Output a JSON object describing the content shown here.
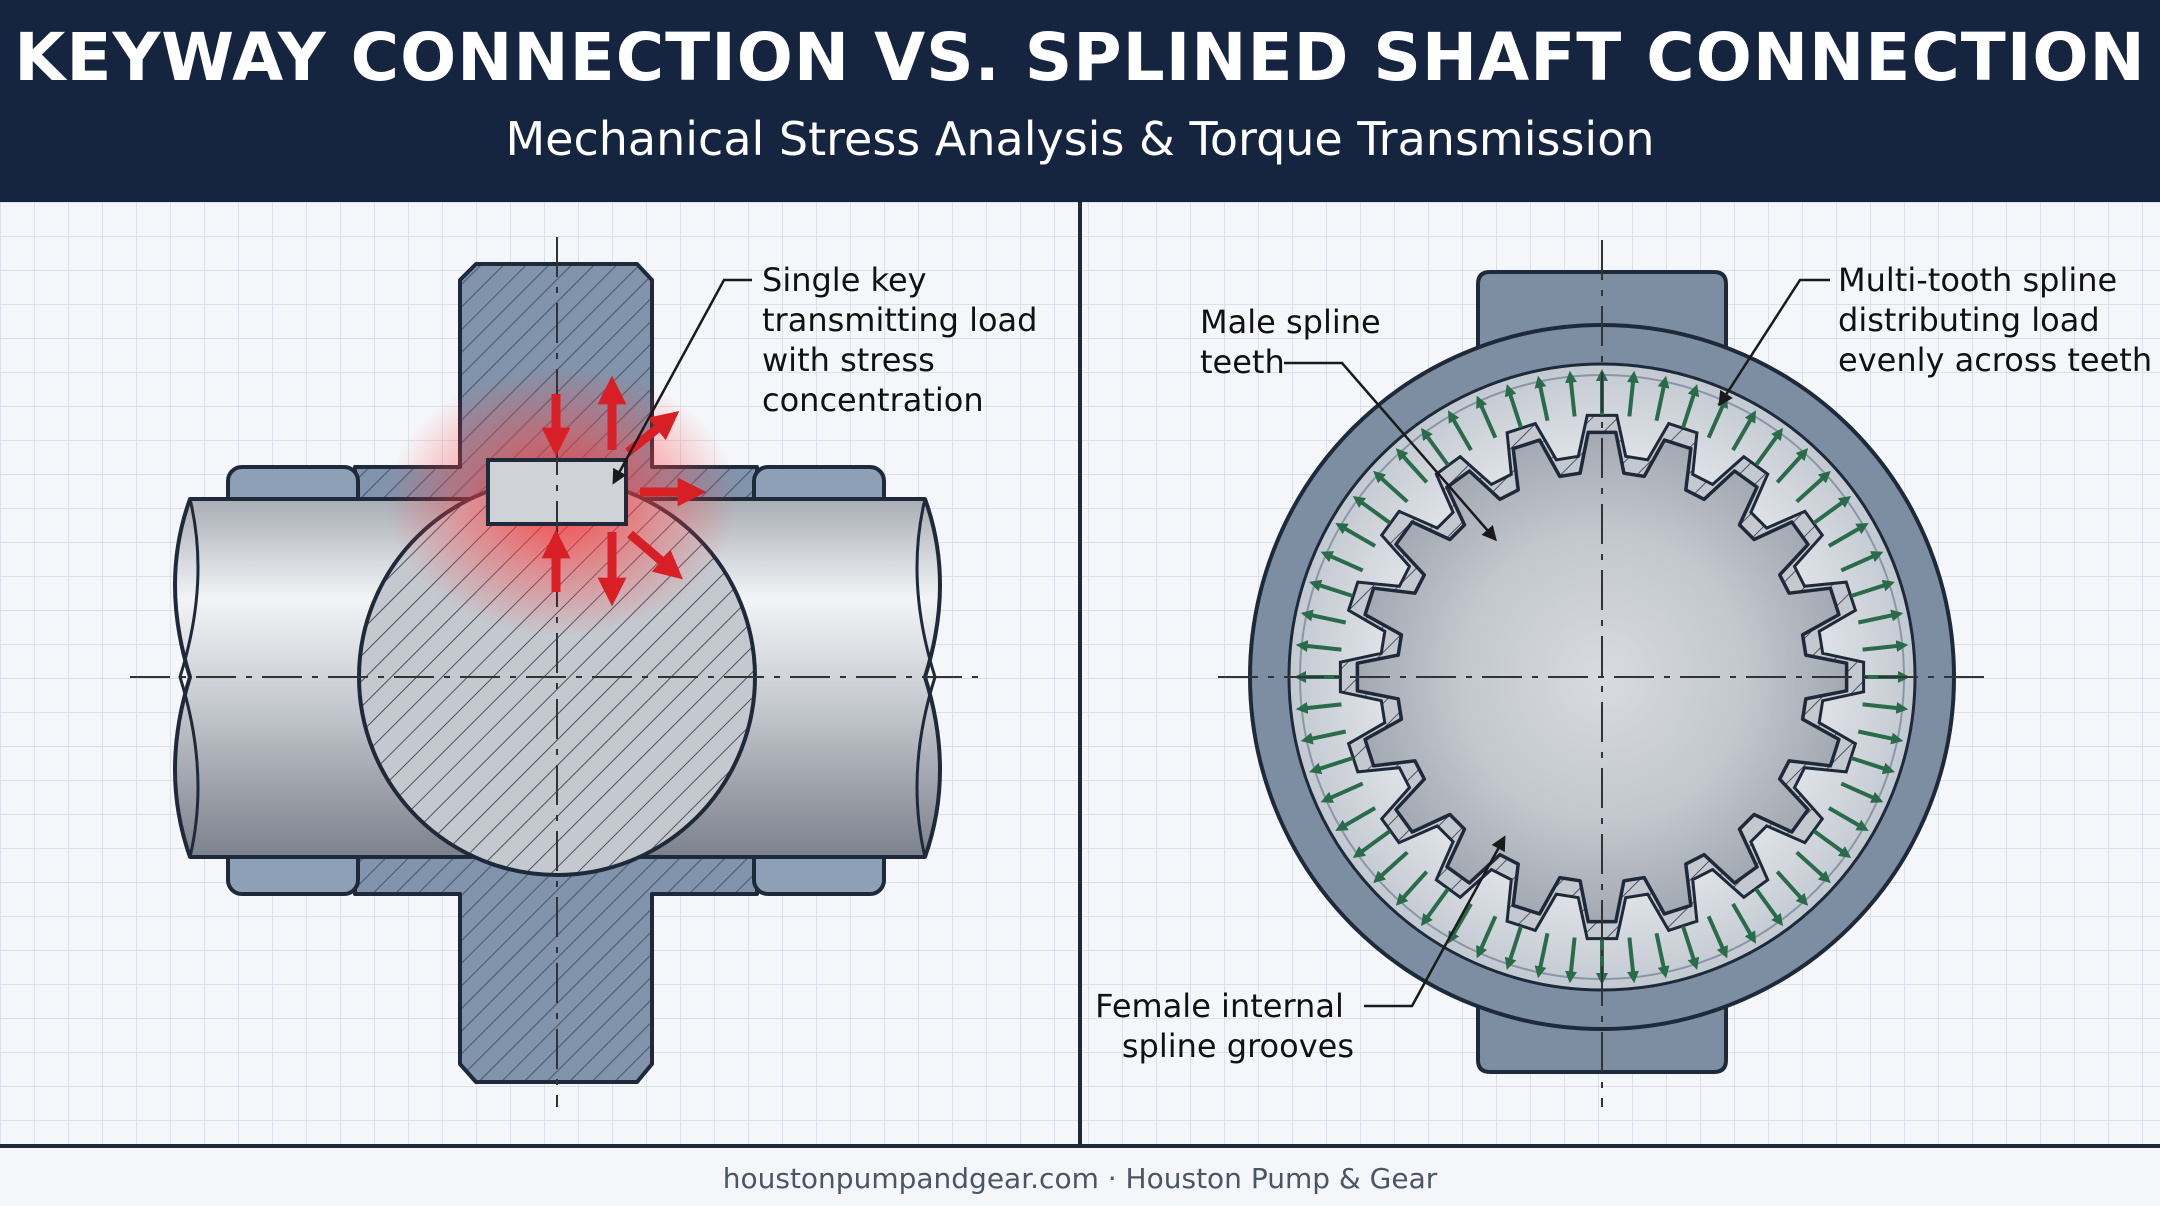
{
  "header": {
    "title": "KEYWAY CONNECTION VS. SPLINED SHAFT CONNECTION",
    "subtitle": "Mechanical Stress Analysis & Torque Transmission"
  },
  "keyway_panel": {
    "callout_key": [
      "Single key",
      "transmitting load",
      "with stress",
      "concentration"
    ]
  },
  "spline_panel": {
    "callout_male": [
      "Male spline",
      "teeth"
    ],
    "callout_multi": [
      "Multi-tooth spline",
      "distributing load",
      "evenly across teeth"
    ],
    "callout_female": [
      "Female internal",
      "spline grooves"
    ]
  },
  "footer": {
    "text": "houstonpumpandgear.com · Houston Pump & Gear"
  },
  "colors": {
    "header_bg": "#152540",
    "hub_steel": "#7d8ea3",
    "stress_red": "#d81f26",
    "load_green": "#2a6b4a",
    "outline": "#1e2a3a"
  }
}
